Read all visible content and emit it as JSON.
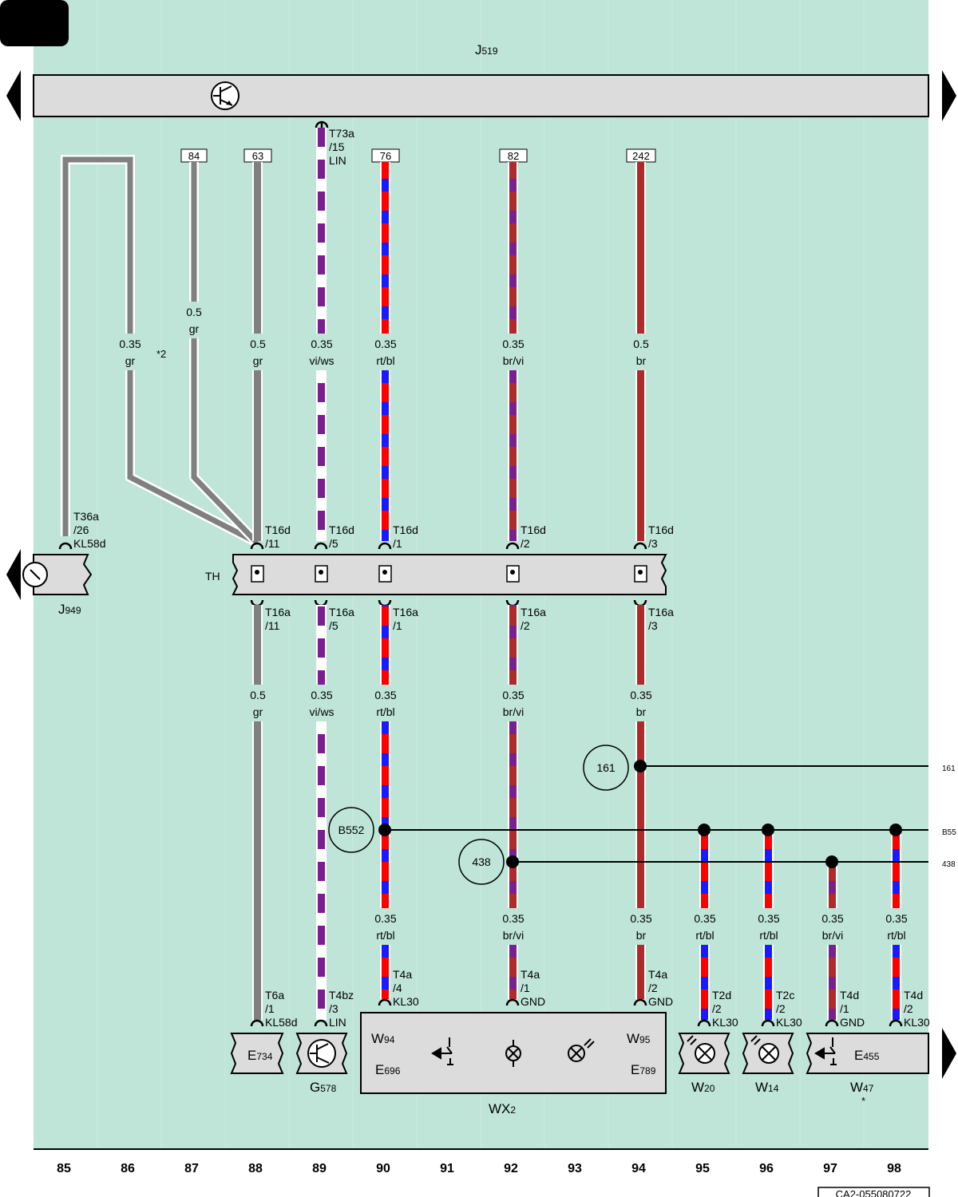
{
  "colors": {
    "background": "#bfe5d8",
    "rail": "#dcdcdc",
    "gray_wire": "#808080",
    "brown": "#b02a2a",
    "red": "#ff0000",
    "blue": "#1a1aff",
    "violet": "#7a1f8f",
    "white": "#ffffff"
  },
  "header": {
    "module_name": "J",
    "module_sub": "519"
  },
  "footer": {
    "diagram_code": "CA2-055080722"
  },
  "connector_rail": {
    "label": "TH"
  },
  "left_module": {
    "name": "J",
    "sub": "949",
    "pin": [
      "T36a",
      "/26",
      "KL58d"
    ]
  },
  "wire_ids": [
    "84",
    "63",
    "76",
    "82",
    "242"
  ],
  "top_pins": {
    "lin": [
      "T73a",
      "/15",
      "LIN"
    ],
    "p88": [
      "T16d",
      "/11"
    ],
    "p89": [
      "T16d",
      "/5"
    ],
    "p90": [
      "T16d",
      "/1"
    ],
    "p92": [
      "T16d",
      "/2"
    ],
    "p94": [
      "T16d",
      "/3"
    ]
  },
  "bottom_pins": {
    "p88": [
      "T16a",
      "/11"
    ],
    "p89": [
      "T16a",
      "/5"
    ],
    "p90": [
      "T16a",
      "/1"
    ],
    "p92": [
      "T16a",
      "/2"
    ],
    "p94": [
      "T16a",
      "/3"
    ]
  },
  "wire_specs": {
    "w85": [
      "0.35",
      "gr"
    ],
    "w87": [
      "0.5",
      "gr"
    ],
    "w88": [
      "0.5",
      "gr"
    ],
    "w89": [
      "0.35",
      "vi/ws"
    ],
    "w90": [
      "0.35",
      "rt/bl"
    ],
    "w92": [
      "0.35",
      "br/vi"
    ],
    "w94": [
      "0.5",
      "br"
    ],
    "w88b": [
      "0.5",
      "gr"
    ],
    "w89b": [
      "0.35",
      "vi/ws"
    ],
    "w90b": [
      "0.35",
      "rt/bl"
    ],
    "w92b": [
      "0.35",
      "br/vi"
    ],
    "w94b": [
      "0.35",
      "br"
    ],
    "w90c": [
      "0.35",
      "rt/bl"
    ],
    "w92c": [
      "0.35",
      "br/vi"
    ],
    "w94c": [
      "0.35",
      "br"
    ],
    "w95": [
      "0.35",
      "rt/bl"
    ],
    "w96": [
      "0.35",
      "rt/bl"
    ],
    "w97": [
      "0.35",
      "br/vi"
    ],
    "w98": [
      "0.35",
      "rt/bl"
    ]
  },
  "footnote_mark": "*2",
  "asterisk": "*",
  "junctions": {
    "j161": {
      "label": "161",
      "edge": "161"
    },
    "jB552": {
      "label": "B552",
      "edge": "B55"
    },
    "j438": {
      "label": "438",
      "edge": "438"
    }
  },
  "component_pins": {
    "e734": [
      "T6a",
      "/1",
      "KL58d"
    ],
    "g578": [
      "T4bz",
      "/3",
      "LIN"
    ],
    "wx2_kl30": [
      "T4a",
      "/4",
      "KL30"
    ],
    "wx2_gnd1": [
      "T4a",
      "/1",
      "GND"
    ],
    "wx2_gnd2": [
      "T4a",
      "/2",
      "GND"
    ],
    "w20": [
      "T2d",
      "/2",
      "KL30"
    ],
    "w14": [
      "T2c",
      "/2",
      "KL30"
    ],
    "e455_gnd": [
      "T4d",
      "/1",
      "GND"
    ],
    "e455_kl30": [
      "T4d",
      "/2",
      "KL30"
    ]
  },
  "components": {
    "e734": {
      "name": "E",
      "sub": "734"
    },
    "g578": {
      "name": "G",
      "sub": "578"
    },
    "w94": {
      "name": "W",
      "sub": "94"
    },
    "w95": {
      "name": "W",
      "sub": "95"
    },
    "e696": {
      "name": "E",
      "sub": "696"
    },
    "e789": {
      "name": "E",
      "sub": "789"
    },
    "wx2": {
      "name": "WX",
      "sub": "2"
    },
    "w20": {
      "name": "W",
      "sub": "20"
    },
    "w14": {
      "name": "W",
      "sub": "14"
    },
    "e455": {
      "name": "E",
      "sub": "455"
    },
    "w47": {
      "name": "W",
      "sub": "47"
    }
  },
  "columns": [
    "85",
    "86",
    "87",
    "88",
    "89",
    "90",
    "91",
    "92",
    "93",
    "94",
    "95",
    "96",
    "97",
    "98"
  ]
}
